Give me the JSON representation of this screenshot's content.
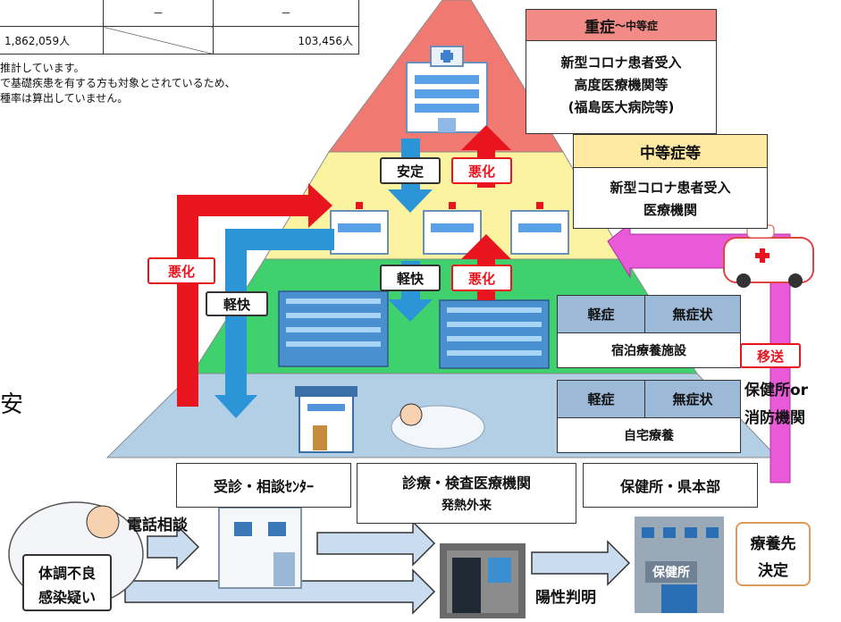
{
  "table": {
    "row1": [
      "",
      "－",
      "－"
    ],
    "row2": [
      "1,862,059人",
      "",
      "103,456人"
    ]
  },
  "notes": [
    "推計しています。",
    "で基礎疾患を有する方も対象とされているため、",
    "種率は算出していません。"
  ],
  "side_fragment": "安",
  "severe": {
    "title": "重症",
    "title_small": "～中等症",
    "lines": [
      "新型コロナ患者受入",
      "高度医療機関等",
      "(福島医大病院等)"
    ]
  },
  "moderate": {
    "title": "中等症等",
    "lines": [
      "新型コロナ患者受入",
      "医療機関"
    ]
  },
  "hotel": {
    "labels": [
      "軽症",
      "無症状"
    ],
    "facility": "宿泊療養施設"
  },
  "home": {
    "labels": [
      "軽症",
      "無症状"
    ],
    "facility": "自宅療養"
  },
  "arrows": {
    "stable": "安定",
    "worsen": "悪化",
    "improve": "軽快",
    "transfer": "移送"
  },
  "transport_org": [
    "保健所or",
    "消防機関"
  ],
  "bottom": {
    "consult_center": "受診・相談ｾﾝﾀｰ",
    "clinic_title": "診療・検査医療機関",
    "clinic_sub": "発熱外来",
    "health_office": "保健所・県本部",
    "phone": "電話相談",
    "patient": [
      "体調不良",
      "感染疑い"
    ],
    "positive": "陽性判明",
    "decide": [
      "療養先",
      "決定"
    ],
    "hoken_sign": "保健所"
  },
  "colors": {
    "pyramid_red": "#f07a72",
    "pyramid_yellow": "#fbf3a0",
    "pyramid_green": "#3ed16e",
    "pyramid_blue": "#b3cfe6",
    "arrow_red": "#e8141e",
    "arrow_blue": "#2c95d8",
    "arrow_magenta": "#e85ad8",
    "arrow_lightblue": "#c9dcf0",
    "cell_blue": "#9cb9d8",
    "severe_header": "#f28b86",
    "moderate_header": "#fde9a2"
  }
}
